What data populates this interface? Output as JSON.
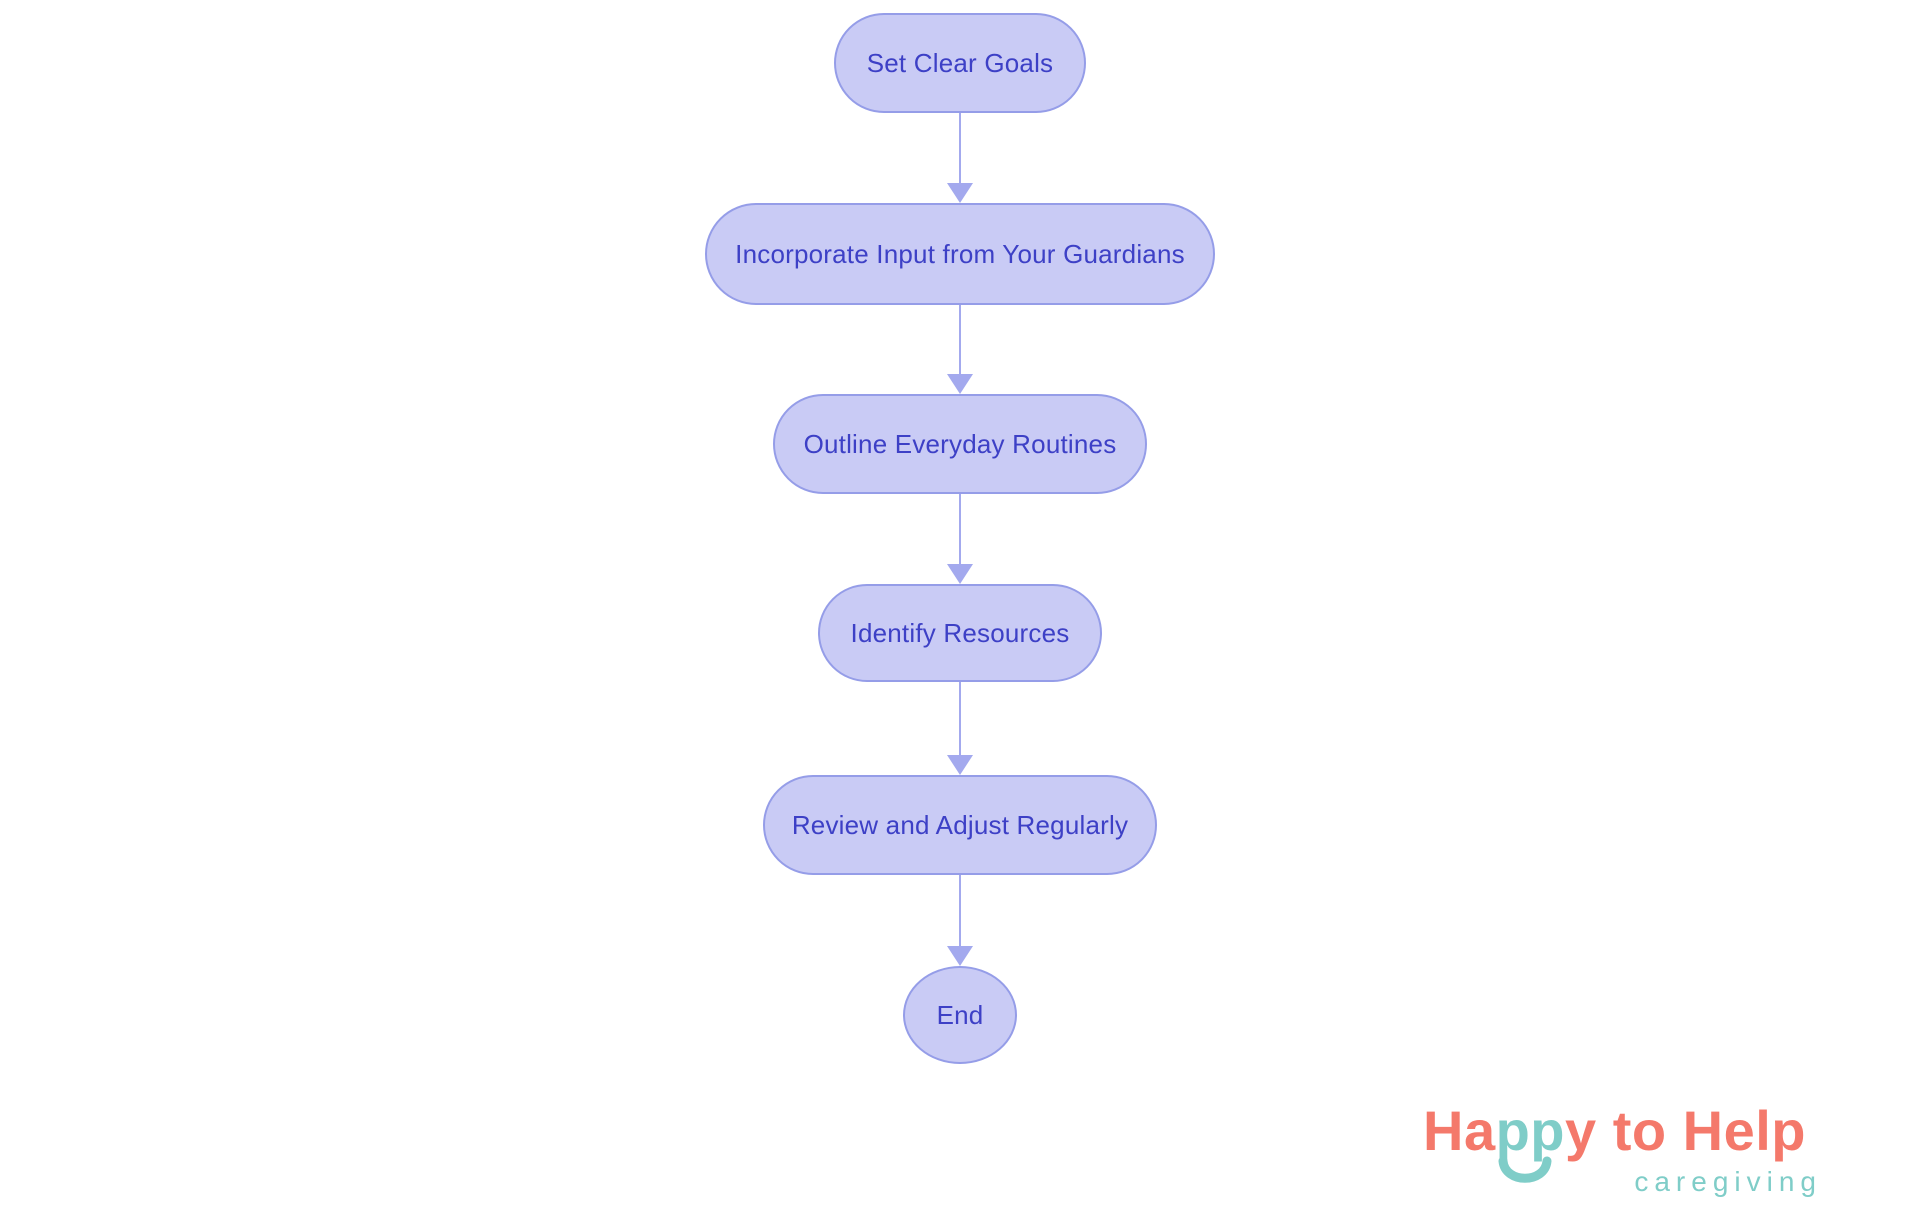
{
  "flowchart": {
    "type": "flowchart",
    "direction": "top-down",
    "nodes": [
      {
        "id": "set-clear-goals",
        "label": "Set Clear Goals",
        "shape": "pill"
      },
      {
        "id": "incorporate-input",
        "label": "Incorporate Input from Your Guardians",
        "shape": "pill"
      },
      {
        "id": "outline-routines",
        "label": "Outline Everyday Routines",
        "shape": "pill"
      },
      {
        "id": "identify-resources",
        "label": "Identify Resources",
        "shape": "pill"
      },
      {
        "id": "review-adjust",
        "label": "Review and Adjust Regularly",
        "shape": "pill"
      },
      {
        "id": "end",
        "label": "End",
        "shape": "circle"
      }
    ],
    "edges": [
      {
        "from": "set-clear-goals",
        "to": "incorporate-input"
      },
      {
        "from": "incorporate-input",
        "to": "outline-routines"
      },
      {
        "from": "outline-routines",
        "to": "identify-resources"
      },
      {
        "from": "identify-resources",
        "to": "review-adjust"
      },
      {
        "from": "review-adjust",
        "to": "end"
      }
    ],
    "colors": {
      "node_fill": "#c9cbf5",
      "node_border": "#959de8",
      "node_text": "#3d40c6",
      "arrow": "#a3a9ee"
    }
  },
  "logo": {
    "segments": [
      {
        "text": "Ha",
        "color": "#f4796b"
      },
      {
        "text": "pp",
        "color": "#7fcdc8"
      },
      {
        "text": "y to Help",
        "color": "#f4796b"
      }
    ],
    "tagline": "caregiving",
    "colors": {
      "coral": "#f4796b",
      "teal": "#7fcdc8"
    }
  }
}
